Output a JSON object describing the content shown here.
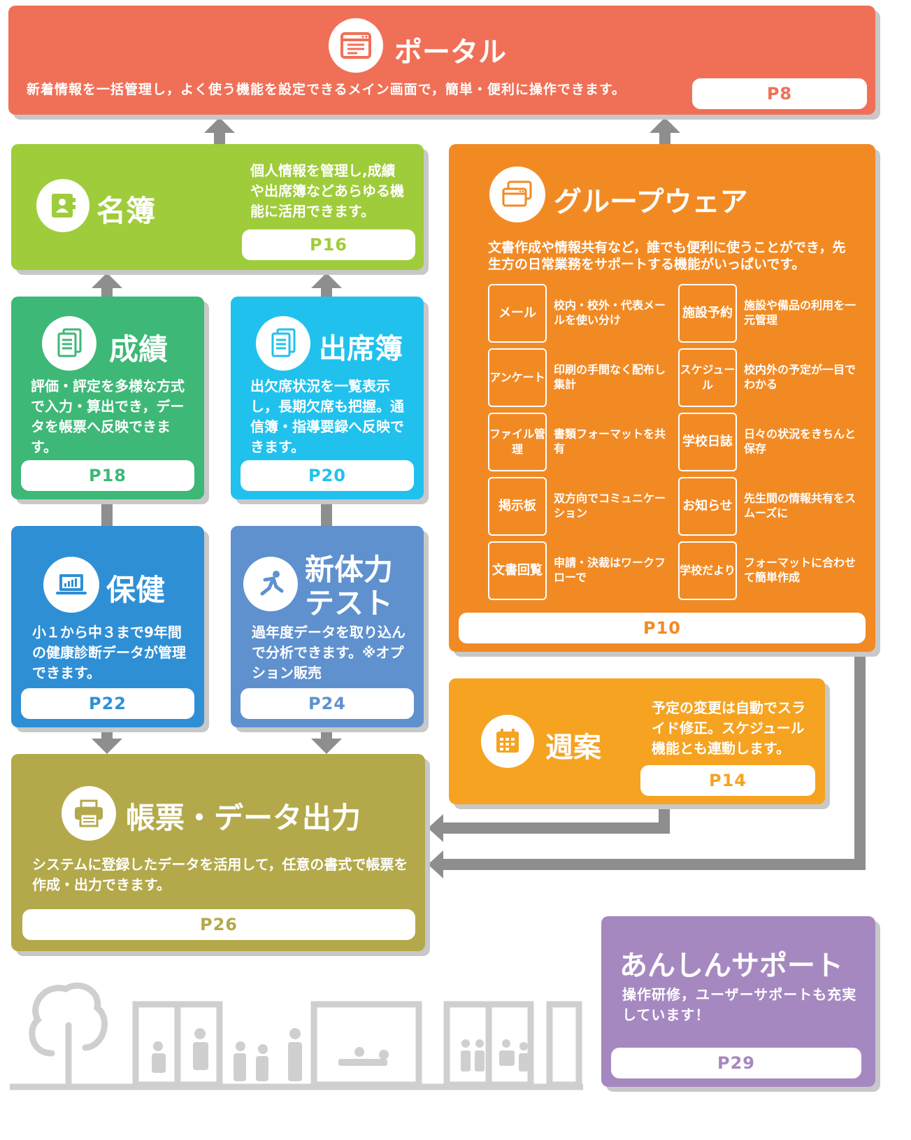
{
  "portal": {
    "title": "ポータル",
    "desc": "新着情報を一括管理し，よく使う機能を設定できるメイン画面で，簡単・便利に操作できます。",
    "page": "P8",
    "color": "#f07057"
  },
  "meibo": {
    "title": "名簿",
    "desc": "個人情報を管理し,成績や出席簿などあらゆる機能に活用できます。",
    "page": "P16",
    "color": "#9fcc3b"
  },
  "seiseki": {
    "title": "成績",
    "desc": "評価・評定を多様な方式で入力・算出でき，データを帳票へ反映できます。",
    "page": "P18",
    "color": "#3db877"
  },
  "shusseki": {
    "title": "出席簿",
    "desc": "出欠席状況を一覧表示し，長期欠席も把握。通信簿・指導要録へ反映できます。",
    "page": "P20",
    "color": "#21c1ee"
  },
  "hoken": {
    "title": "保健",
    "desc": "小１から中３まで9年間の健康診断データが管理できます。",
    "page": "P22",
    "color": "#2f8fd5"
  },
  "tairyoku": {
    "title_line1": "新体力",
    "title_line2": "テスト",
    "desc": "過年度データを取り込んで分析できます。※オプション販売",
    "page": "P24",
    "color": "#5f91cf"
  },
  "chohyo": {
    "title": "帳票・データ出力",
    "desc": "システムに登録したデータを活用して，任意の書式で帳票を作成・出力できます。",
    "page": "P26",
    "color": "#b3a94a"
  },
  "groupware": {
    "title": "グループウェア",
    "desc": "文書作成や情報共有など，誰でも便利に使うことができ，先生方の日常業務をサポートする機能がいっぱいです。",
    "page": "P10",
    "color": "#f28a24",
    "features": [
      {
        "label": "メール",
        "desc": "校内・校外・代表メールを使い分け"
      },
      {
        "label": "施設予約",
        "desc": "施設や備品の利用を一元管理"
      },
      {
        "label": "アンケート",
        "desc": "印刷の手間なく配布し集計"
      },
      {
        "label": "スケジュール",
        "desc": "校内外の予定が一目でわかる"
      },
      {
        "label": "ファイル管理",
        "desc": "書類フォーマットを共有"
      },
      {
        "label": "学校日誌",
        "desc": "日々の状況をきちんと保存"
      },
      {
        "label": "掲示板",
        "desc": "双方向でコミュニケーション"
      },
      {
        "label": "お知らせ",
        "desc": "先生間の情報共有をスムーズに"
      },
      {
        "label": "文書回覧",
        "desc": "申請・決裁はワークフローで"
      },
      {
        "label": "学校だより",
        "desc": "フォーマットに合わせて簡単作成"
      }
    ]
  },
  "shuan": {
    "title": "週案",
    "desc": "予定の変更は自動でスライド修正。スケジュール機能とも連動します。",
    "page": "P14",
    "color": "#f5a320"
  },
  "anshin": {
    "title": "あんしんサポート",
    "desc": "操作研修，ユーザーサポートも充実しています！",
    "page": "P29",
    "color": "#a688c1"
  }
}
